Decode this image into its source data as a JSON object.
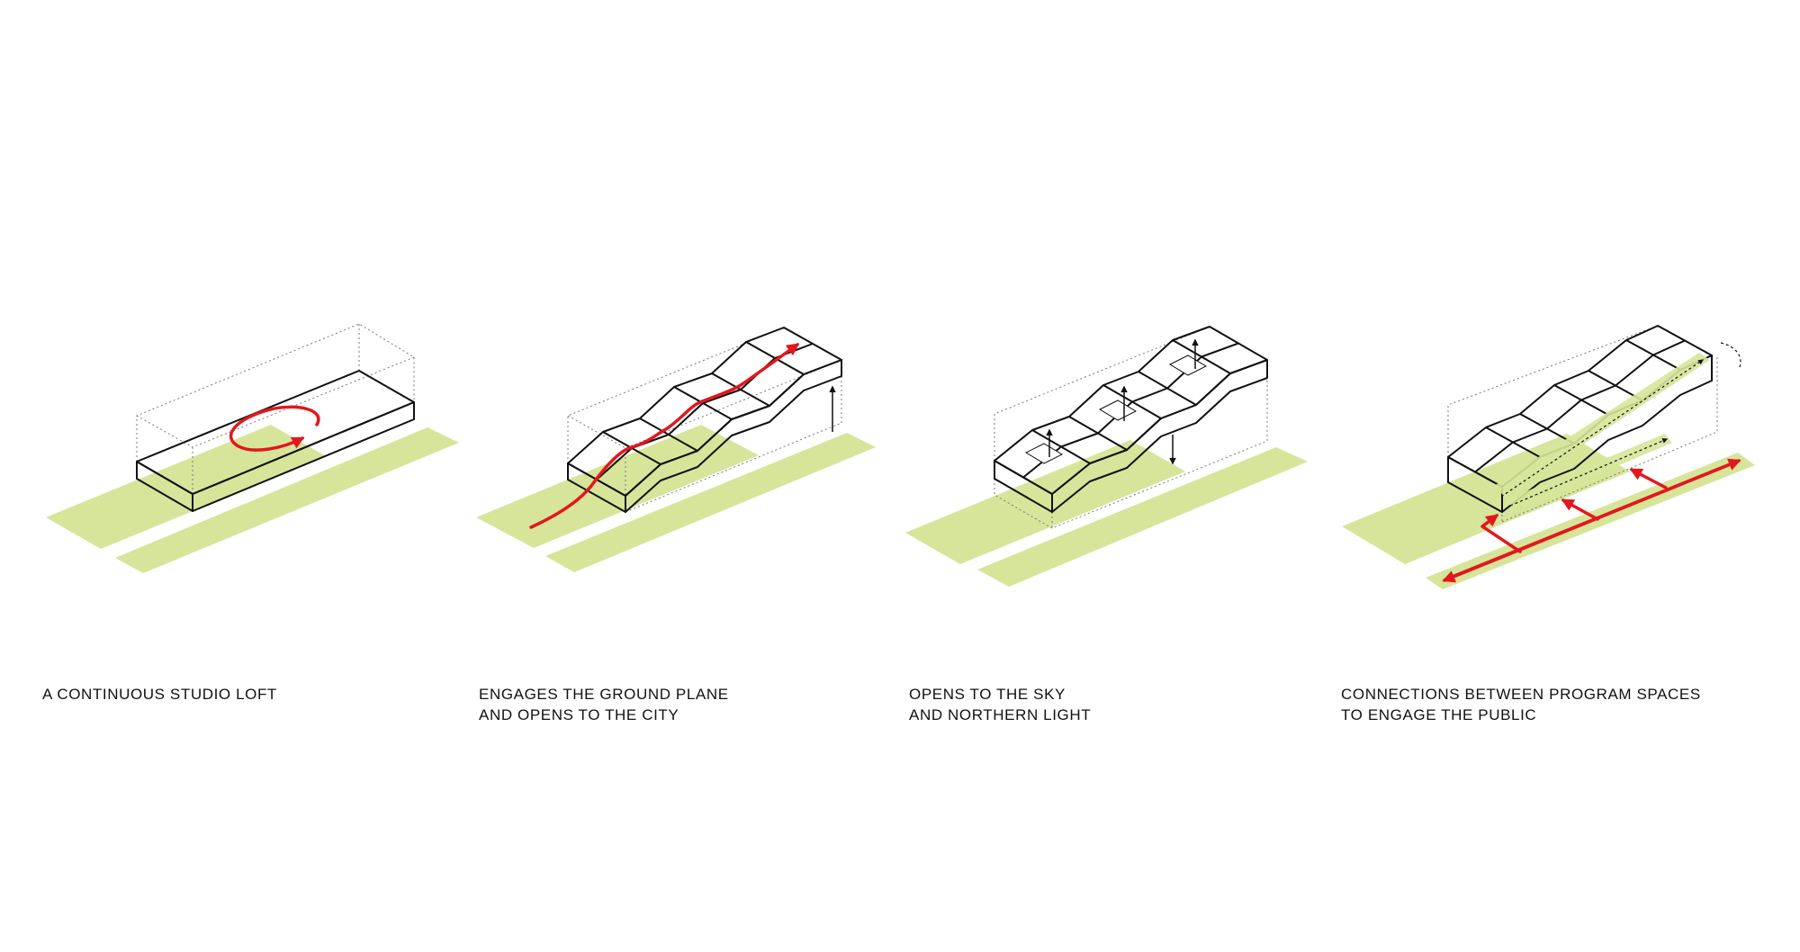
{
  "colors": {
    "ground": "#d6e59a",
    "circulation": "#e3171d",
    "outline": "#111111"
  },
  "panels": [
    {
      "lines": [
        "A CONTINUOUS STUDIO LOFT"
      ]
    },
    {
      "lines": [
        "ENGAGES THE GROUND PLANE",
        "AND OPENS TO THE CITY"
      ]
    },
    {
      "lines": [
        "OPENS TO THE SKY",
        "AND NORTHERN LIGHT"
      ]
    },
    {
      "lines": [
        "CONNECTIONS BETWEEN PROGRAM SPACES",
        "TO ENGAGE THE PUBLIC"
      ]
    }
  ]
}
